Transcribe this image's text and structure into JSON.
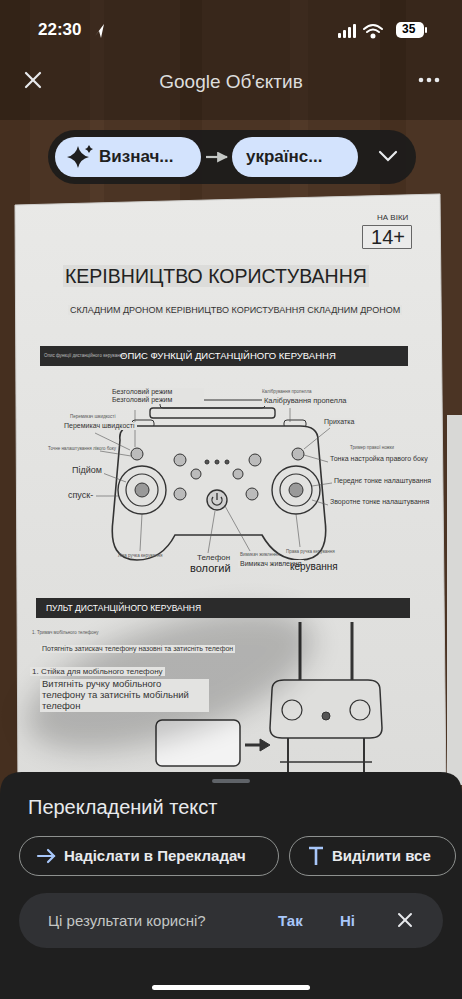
{
  "diagram": {
    "nodes": [
      {
        "text": [
          "Визнач..."
        ]
      },
      {
        "text": [
          "українс..."
        ]
      },
      {
        "text": [
          "НА ВІКИ",
          "14+"
        ]
      },
      {
        "text": [
          "Опис функції дистанційного керування",
          "ОПИС ФУНКЦІЙ ДИСТАНЦІЙНОГО КЕРУВАННЯ"
        ]
      },
      {
        "text": [
          "ПУЛЬТ ДИСТАНЦІЙНОГО КЕРУВАННЯ"
        ]
      },
      {
        "text": [
          "Перекладений текст"
        ]
      },
      {
        "text": [
          "Надіслати в Перекладач"
        ],
        "in": 5
      },
      {
        "text": [
          "Виділити все"
        ],
        "in": 5
      },
      {
        "text": [
          "Ці результати корисні?",
          "Так",
          "Ні"
        ],
        "in": 5
      }
    ],
    "edges": [
      {
        "from": 0,
        "to": 1,
        "arrow": "to"
      }
    ],
    "labels": [
      "22:30",
      "35",
      "Google Об'єктив",
      "КЕРІВНИЦТВО КОРИСТУВАННЯ",
      "СКЛАДНИМ ДРОНОМ КЕРІВНИЦТВО КОРИСТУВАННЯ СКЛАДНИМ ДРОНОМ",
      "Безголовий режим Безголовий режим",
      "Перемикач швидкості",
      "Перемикач швидкості",
      "Калібрування пропелла",
      "Калібрування пропелла",
      "Прихатка",
      "Тример правої ножки",
      "Тонка настройка правого боку",
      "Переднє тонке налаштування",
      "Зворотне тонке налаштування",
      "Точне налаштування лівого боку",
      "Підйом",
      "спуск-",
      "Ліва ручка керування",
      "Телефон",
      "вологий",
      "Вимикач живлення",
      "Вимикач живлення",
      "Права ручка керування",
      "керування",
      "1. Тримач мобільного телефону",
      "Потягніть затискач телефону назовні та затисніть телефон",
      "1. Стійка для мобільного телефону",
      "Витягніть ручку мобільного телефону та затисніть мобільний телефон"
    ]
  }
}
